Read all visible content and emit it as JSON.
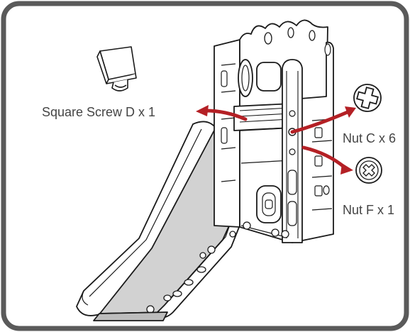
{
  "labels": {
    "square_screw": "Square Screw D x 1",
    "nut_c": "Nut C x 6",
    "nut_f": "Nut F x 1"
  },
  "colors": {
    "frame_border": "#5a5a5a",
    "line_art": "#1a1a1a",
    "slide_fill": "#d2d2d2",
    "arrow": "#b42025",
    "label_text": "#444444"
  },
  "icons": [
    "square-screw-icon",
    "nut-c-icon",
    "nut-f-icon"
  ]
}
